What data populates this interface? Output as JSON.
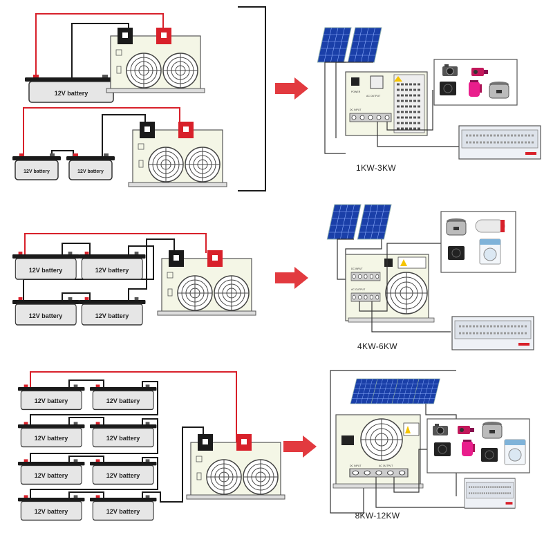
{
  "battery_label": "12V battery",
  "ratings": {
    "row1": "1KW-3KW",
    "row2": "4KW-6KW",
    "row3": "8KW-12KW"
  },
  "panel_labels": {
    "input": "DC INPUT",
    "output": "AC OUTPUT",
    "power": "POWER"
  },
  "colors": {
    "positive_wire": "#d8202a",
    "negative_wire": "#1a1a1a",
    "arrow": "#e23a3f",
    "solar_panel": "#1a3fa8",
    "inverter_body": "#f4f6e6"
  }
}
